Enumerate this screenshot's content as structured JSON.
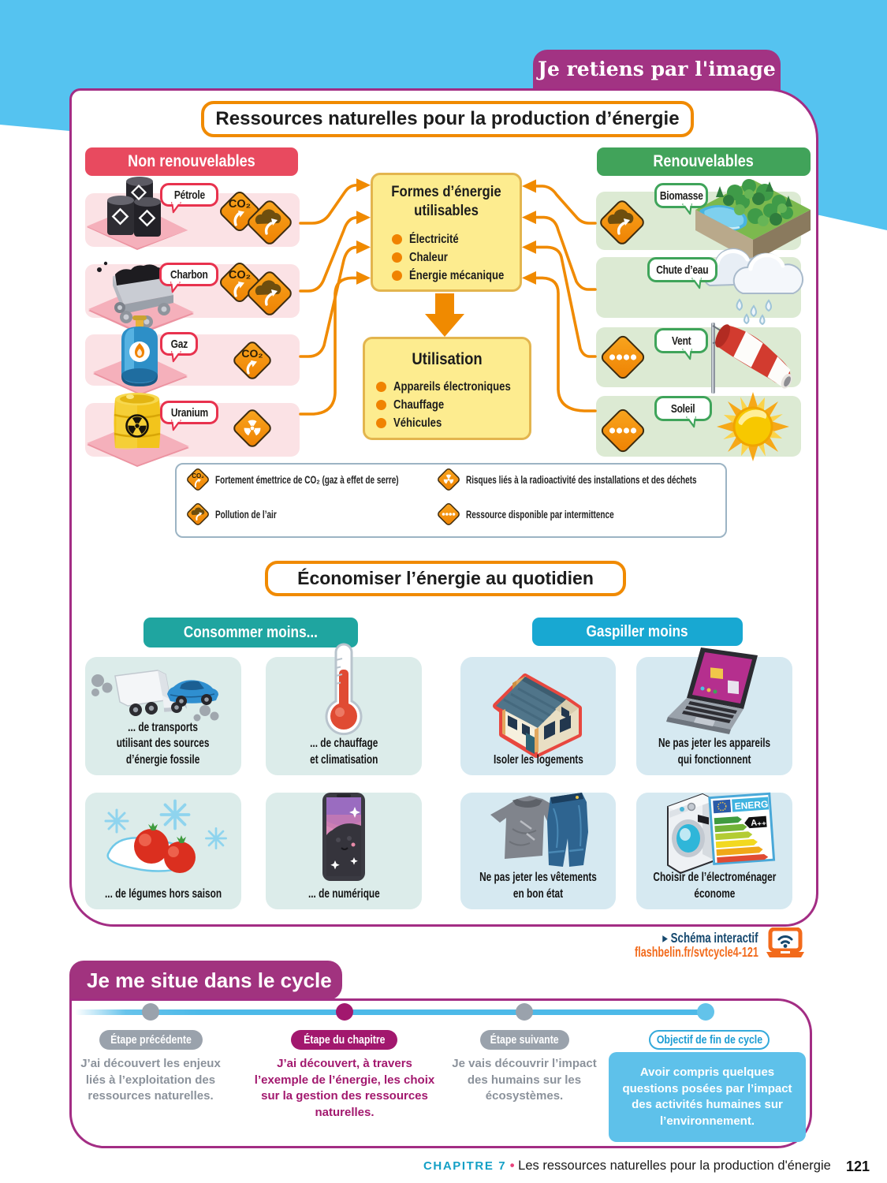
{
  "page": {
    "badge": "Je retiens par l'image",
    "title": "Ressources naturelles pour la production d’énergie"
  },
  "diagram": {
    "non_renewables": {
      "header": "Non renouvelables",
      "items": [
        {
          "label": "Pétrole",
          "illustration": "oil-barrels",
          "badges": [
            "co2",
            "pollution"
          ]
        },
        {
          "label": "Charbon",
          "illustration": "coal-cart",
          "badges": [
            "co2",
            "pollution"
          ]
        },
        {
          "label": "Gaz",
          "illustration": "gas-cylinder",
          "badges": [
            "co2"
          ]
        },
        {
          "label": "Uranium",
          "illustration": "uranium-barrel",
          "badges": [
            "radioactivity"
          ]
        }
      ]
    },
    "renewables": {
      "header": "Renouvelables",
      "items": [
        {
          "label": "Biomasse",
          "illustration": "forest",
          "badges": [
            "pollution"
          ]
        },
        {
          "label": "Chute d’eau",
          "illustration": "rain-clouds",
          "badges": []
        },
        {
          "label": "Vent",
          "illustration": "windsock",
          "badges": [
            "intermittence"
          ]
        },
        {
          "label": "Soleil",
          "illustration": "sun",
          "badges": [
            "intermittence"
          ]
        }
      ]
    },
    "energy_forms": {
      "title": "Formes d’énergie\nutilisables",
      "items": [
        "Électricité",
        "Chaleur",
        "Énergie mécanique"
      ]
    },
    "usage": {
      "title": "Utilisation",
      "items": [
        "Appareils électroniques",
        "Chauffage",
        "Véhicules"
      ]
    },
    "legend": [
      {
        "icon": "co2-icon",
        "text": "Fortement émettrice de CO₂ (gaz à effet de serre)"
      },
      {
        "icon": "radioactivity-icon",
        "text": "Risques liés à la radioactivité des installations et des déchets"
      },
      {
        "icon": "pollution-icon",
        "text": "Pollution de l’air"
      },
      {
        "icon": "intermittence-icon",
        "text": "Ressource disponible par intermittence"
      }
    ]
  },
  "economiser": {
    "title": "Économiser l’énergie au quotidien",
    "consommer": {
      "header": "Consommer moins...",
      "cards": [
        {
          "caption": "... de transports\nutilisant des sources\nd’énergie fossile",
          "illustration": "truck-and-car"
        },
        {
          "caption": "... de chauffage\net climatisation",
          "illustration": "thermometer"
        },
        {
          "caption": "... de légumes hors saison",
          "illustration": "tomatoes-snow"
        },
        {
          "caption": "... de numérique",
          "illustration": "smartphone"
        }
      ]
    },
    "gaspiller": {
      "header": "Gaspiller moins",
      "cards": [
        {
          "caption": "Isoler les logements",
          "illustration": "house"
        },
        {
          "caption": "Ne pas jeter les appareils\nqui fonctionnent",
          "illustration": "laptop"
        },
        {
          "caption": "Ne pas jeter les vêtements\nen bon état",
          "illustration": "clothes"
        },
        {
          "caption": "Choisir de l’électroménager\néconome",
          "illustration": "washing-machine"
        }
      ]
    }
  },
  "interactive": {
    "label": "Schéma interactif",
    "arrow": "▸",
    "url": "flashbelin.fr/svtcycle4-121"
  },
  "cycle": {
    "title": "Je me situe dans le cycle",
    "steps": [
      {
        "pill": "Étape précédente",
        "text": "J’ai découvert les enjeux\nliés à l’exploitation des\nressources naturelles."
      },
      {
        "pill": "Étape du chapitre",
        "text": "J’ai découvert, à travers\nl’exemple de l’énergie, les choix\nsur la gestion des ressources\nnaturelles."
      },
      {
        "pill": "Étape suivante",
        "text": "Je vais découvrir l’impact\ndes humains sur les\nécosystèmes."
      },
      {
        "pill": "Objectif de fin de cycle",
        "text": "Avoir compris quelques\nquestions posées par l’impact\ndes activités humaines sur\nl’environnement."
      }
    ]
  },
  "footer": {
    "chapter": "CHAPITRE 7",
    "bullet": "•",
    "title": "Les ressources naturelles pour la production d'énergie",
    "page_number": "121"
  },
  "colors": {
    "sky_blue": "#55c3f0",
    "purple": "#a32d84",
    "orange": "#f08a00",
    "red_header": "#e84a5f",
    "green_header": "#41a35a",
    "yellow_box": "#fdec8f",
    "teal_header": "#1fa5a0",
    "cyan_header": "#18a8d2",
    "navy": "#15486e",
    "link_orange": "#f26a1b",
    "timeline_blue": "#4db9e8",
    "magenta": "#a2186e",
    "objective_blue": "#5ec1ea"
  }
}
